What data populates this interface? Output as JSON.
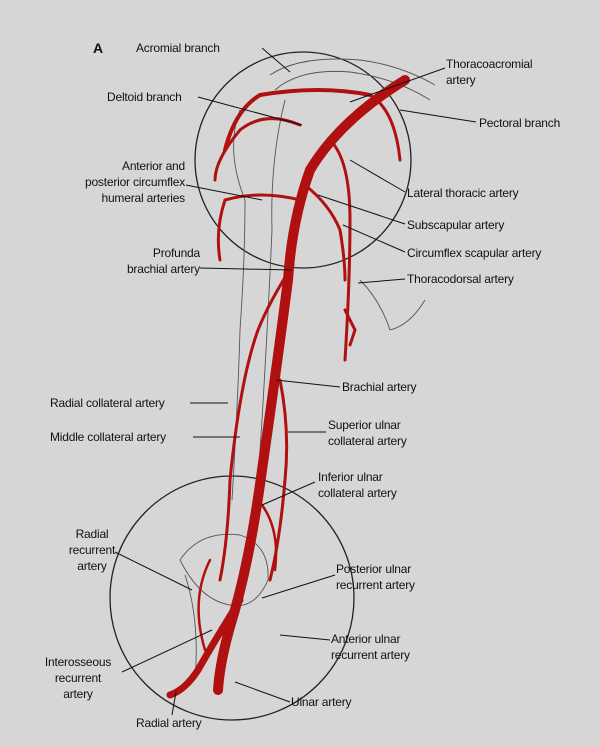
{
  "figure_label": "A",
  "colors": {
    "artery": "#b01010",
    "background": "#d6d6d6",
    "outline": "#222222"
  },
  "labels": {
    "acromial_branch": "Acromial branch",
    "deltoid_branch": "Deltoid branch",
    "circumflex": [
      "Anterior and",
      "posterior circumflex",
      "humeral arteries"
    ],
    "profunda": [
      "Profunda",
      "brachial artery"
    ],
    "thoracoacromial": [
      "Thoracoacromial",
      "artery"
    ],
    "pectoral_branch": "Pectoral branch",
    "lateral_thoracic": "Lateral thoracic artery",
    "subscapular": "Subscapular artery",
    "circumflex_scapular": "Circumflex scapular artery",
    "thoracodorsal": "Thoracodorsal artery",
    "brachial": "Brachial artery",
    "radial_collateral": "Radial collateral artery",
    "middle_collateral": "Middle collateral artery",
    "superior_ulnar": [
      "Superior ulnar",
      "collateral artery"
    ],
    "inferior_ulnar": [
      "Inferior ulnar",
      "collateral artery"
    ],
    "radial_recurrent": [
      "Radial",
      "recurrent",
      "artery"
    ],
    "posterior_ulnar": [
      "Posterior ulnar",
      "recurrent artery"
    ],
    "anterior_ulnar": [
      "Anterior ulnar",
      "recurrent artery"
    ],
    "interosseous": [
      "Interosseous",
      "recurrent",
      "artery"
    ],
    "ulnar": "Ulnar artery",
    "radial": "Radial artery"
  }
}
